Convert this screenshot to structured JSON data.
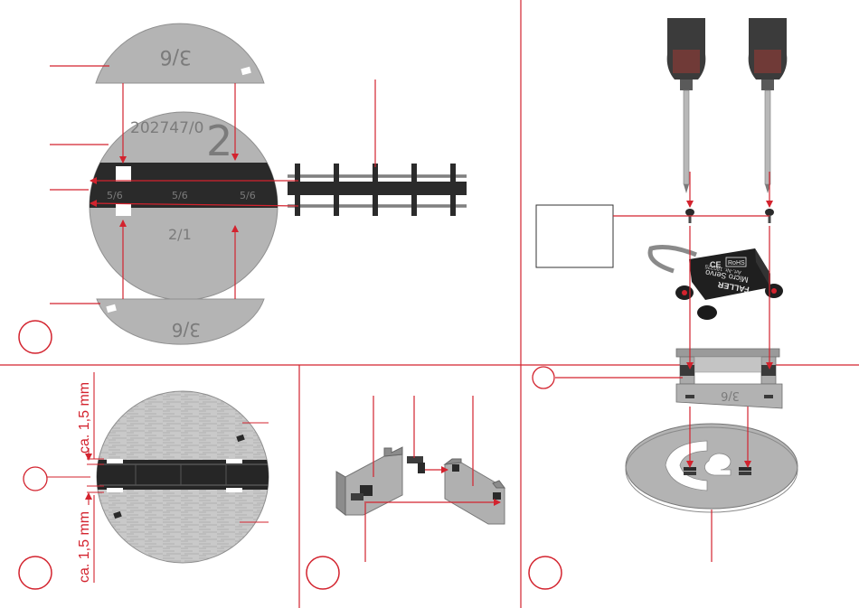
{
  "colors": {
    "accent": "#d3232e",
    "board": "#b5b5b5",
    "board_dark": "#8e8e8e",
    "dark": "#262626",
    "handle": "#3b3b3b",
    "handle_red": "#9c3a34"
  },
  "panel1": {
    "engraving_top_half": "3/6",
    "engraving_disc_code": "202747/0",
    "engraving_disc_number": "2",
    "engraving_left_small": "5/6",
    "engraving_middle_small": "5/6",
    "engraving_right_small": "5/6",
    "engraving_bottom_ring": "2/1",
    "engraving_bottom_half": "3/6"
  },
  "panel2": {
    "dim_top": "ca. 1,5 mm",
    "dim_bottom": "ca. 1,5 mm"
  },
  "panel4": {
    "servo_brand": "FALLER",
    "servo_label": "Micro Servo",
    "servo_article": "Art.-Nr. 180725",
    "servo_ce": "CE",
    "servo_rohs": "RoHS",
    "bracket_engraving": "3/6"
  }
}
